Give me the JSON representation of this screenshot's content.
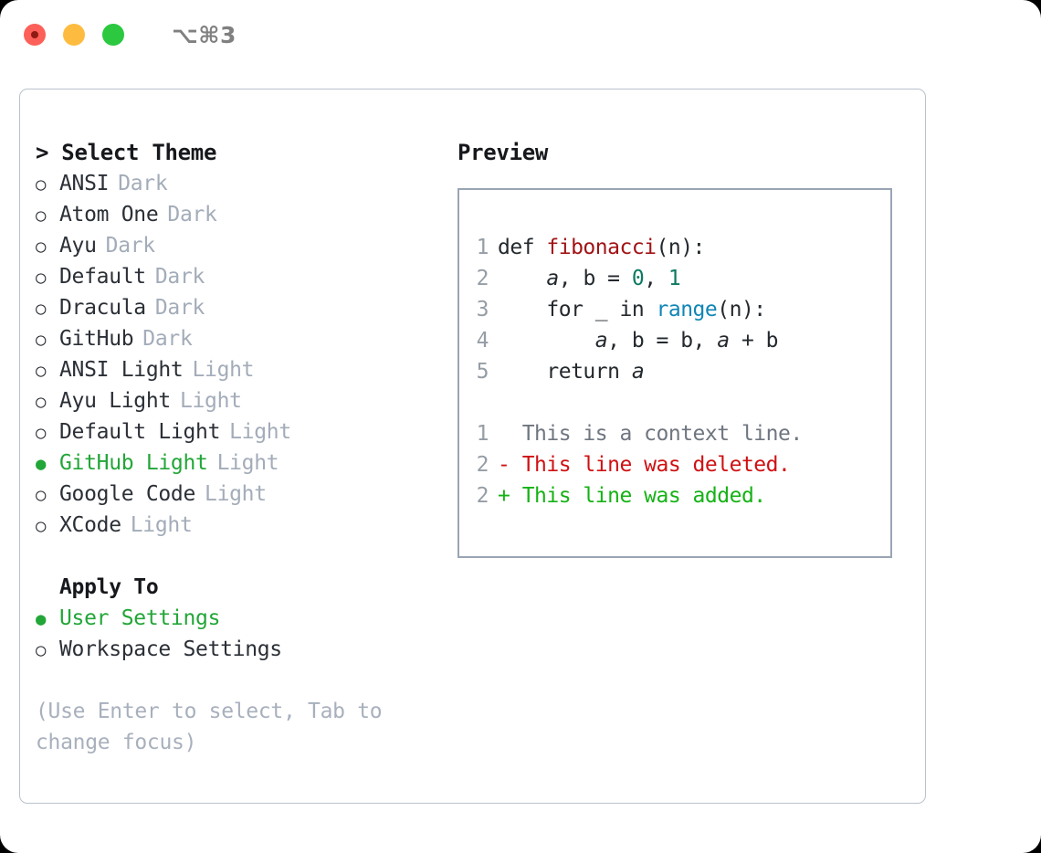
{
  "titlebar": {
    "shortcut": "⌥⌘3",
    "lights": [
      "close",
      "minimize",
      "maximize"
    ]
  },
  "theme_panel": {
    "header": "> Select Theme",
    "themes": [
      {
        "bullet": "○",
        "name": "ANSI",
        "category": "Dark",
        "selected": false
      },
      {
        "bullet": "○",
        "name": "Atom One",
        "category": "Dark",
        "selected": false
      },
      {
        "bullet": "○",
        "name": "Ayu",
        "category": "Dark",
        "selected": false
      },
      {
        "bullet": "○",
        "name": "Default",
        "category": "Dark",
        "selected": false
      },
      {
        "bullet": "○",
        "name": "Dracula",
        "category": "Dark",
        "selected": false
      },
      {
        "bullet": "○",
        "name": "GitHub",
        "category": "Dark",
        "selected": false
      },
      {
        "bullet": "○",
        "name": "ANSI Light",
        "category": "Light",
        "selected": false
      },
      {
        "bullet": "○",
        "name": "Ayu Light",
        "category": "Light",
        "selected": false
      },
      {
        "bullet": "○",
        "name": "Default Light",
        "category": "Light",
        "selected": false
      },
      {
        "bullet": "●",
        "name": "GitHub Light",
        "category": "Light",
        "selected": true
      },
      {
        "bullet": "○",
        "name": "Google Code",
        "category": "Light",
        "selected": false
      },
      {
        "bullet": "○",
        "name": "XCode",
        "category": "Light",
        "selected": false
      }
    ],
    "apply_to": {
      "label": "Apply To",
      "options": [
        {
          "bullet": "●",
          "name": "User Settings",
          "selected": true
        },
        {
          "bullet": "○",
          "name": "Workspace Settings",
          "selected": false
        }
      ]
    },
    "hint": "(Use Enter to select, Tab to change focus)"
  },
  "preview": {
    "title": "Preview",
    "code_lines": [
      {
        "lineno": "1",
        "tokens": [
          {
            "text": "def ",
            "style": "plain"
          },
          {
            "text": "fibonacci",
            "style": "fn"
          },
          {
            "text": "(n):",
            "style": "plain"
          }
        ]
      },
      {
        "lineno": "2",
        "tokens": [
          {
            "text": "    ",
            "style": "plain"
          },
          {
            "text": "a",
            "style": "var"
          },
          {
            "text": ", b = ",
            "style": "plain"
          },
          {
            "text": "0",
            "style": "num"
          },
          {
            "text": ", ",
            "style": "plain"
          },
          {
            "text": "1",
            "style": "num"
          }
        ]
      },
      {
        "lineno": "3",
        "tokens": [
          {
            "text": "    for _ in ",
            "style": "plain"
          },
          {
            "text": "range",
            "style": "call"
          },
          {
            "text": "(n):",
            "style": "plain"
          }
        ]
      },
      {
        "lineno": "4",
        "tokens": [
          {
            "text": "        ",
            "style": "plain"
          },
          {
            "text": "a",
            "style": "var"
          },
          {
            "text": ", b = b, ",
            "style": "plain"
          },
          {
            "text": "a",
            "style": "var"
          },
          {
            "text": " + b",
            "style": "plain"
          }
        ]
      },
      {
        "lineno": "5",
        "tokens": [
          {
            "text": "    return ",
            "style": "plain"
          },
          {
            "text": "a",
            "style": "var"
          }
        ]
      }
    ],
    "diff_lines": [
      {
        "lineno": "1",
        "marker": " ",
        "text": "  This is a context line.",
        "style": "ctx"
      },
      {
        "lineno": "2",
        "marker": "-",
        "text": "- This line was deleted.",
        "style": "del"
      },
      {
        "lineno": "2",
        "marker": "+",
        "text": "+ This line was added.",
        "style": "add"
      }
    ]
  },
  "colors": {
    "accent_green": "#22a637",
    "muted": "#a3acb9",
    "hint": "#a8b0bd",
    "code_fg": "#24292e",
    "lineno": "#959da5",
    "fn": "#a11416",
    "num": "#0d7a62",
    "call": "#1086b6",
    "diff_del": "#cf1113",
    "diff_add": "#15b215",
    "diff_ctx": "#6f7680",
    "panel_border": "#b9c2cd",
    "preview_border": "#9aa5b4"
  }
}
